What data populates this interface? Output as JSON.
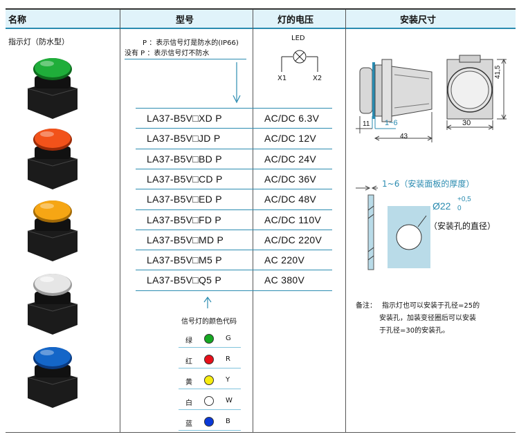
{
  "headers": {
    "name": "名称",
    "model": "型号",
    "voltage": "灯的电压",
    "size": "安装尺寸"
  },
  "product_name": "指示灯（防水型）",
  "note_p": "P ：表示信号灯是防水的(IP66)",
  "note_no_p": "没有 P ：表示信号灯不防水",
  "led_diagram": {
    "label": "LED",
    "x1": "X1",
    "x2": "X2"
  },
  "rows": [
    {
      "model": "LA37-B5V□XD P",
      "voltage": "AC/DC 6.3V"
    },
    {
      "model": "LA37-B5V□JD P",
      "voltage": "AC/DC 12V"
    },
    {
      "model": "LA37-B5V□BD P",
      "voltage": "AC/DC 24V"
    },
    {
      "model": "LA37-B5V□CD P",
      "voltage": "AC/DC 36V"
    },
    {
      "model": "LA37-B5V□ED P",
      "voltage": "AC/DC 48V"
    },
    {
      "model": "LA37-B5V□FD P",
      "voltage": "AC/DC 110V"
    },
    {
      "model": "LA37-B5V□MD P",
      "voltage": "AC/DC 220V"
    },
    {
      "model": "LA37-B5V□M5 P",
      "voltage": "AC 220V"
    },
    {
      "model": "LA37-B5V□Q5 P",
      "voltage": "AC 380V"
    }
  ],
  "color_code_title": "信号灯的颜色代码",
  "color_codes": [
    {
      "name": "绿",
      "code": "G",
      "color": "#16a822"
    },
    {
      "name": "红",
      "code": "R",
      "color": "#e8101a"
    },
    {
      "name": "黄",
      "code": "Y",
      "color": "#f6ec10"
    },
    {
      "name": "白",
      "code": "W",
      "color": "#ffffff"
    },
    {
      "name": "蓝",
      "code": "B",
      "color": "#0a39d8"
    }
  ],
  "lamp_colors": [
    "#1fae3a",
    "#f2521a",
    "#f6a614",
    "#e6e6e6",
    "#1466c8"
  ],
  "dimensions": {
    "d11": "11",
    "d1_6": "1~6",
    "d43": "43",
    "d30": "30",
    "d41_5": "41,5",
    "panel_thickness": "1~6（安装面板的厚度）",
    "hole_dia": "Ø22",
    "tol_upper": "+0,5",
    "tol_lower": "0",
    "hole_label": "（安装孔的直径）"
  },
  "remark": {
    "label": "备注：",
    "line1": "指示灯也可以安装于孔径=25的",
    "line2": "安装孔，加装变径圈后可以安装",
    "line3": "于孔径=30的安装孔。"
  }
}
